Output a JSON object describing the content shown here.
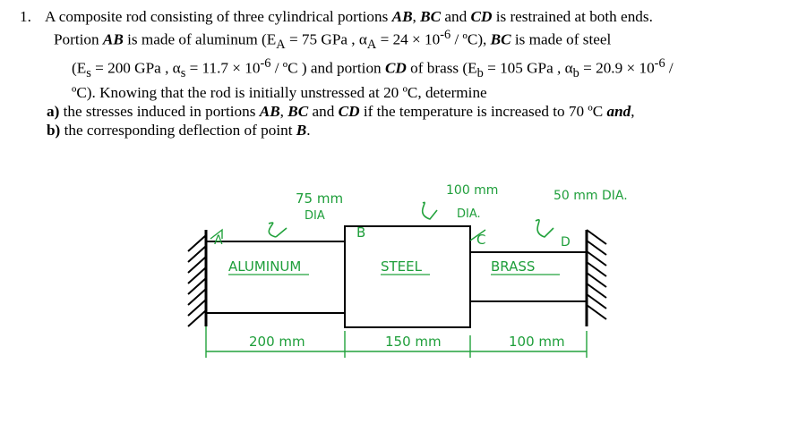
{
  "problem": {
    "number": "1.",
    "line1": "A composite rod consisting of three cylindrical portions AB, BC and CD is restrained at both ends.",
    "line2_a": "Portion ",
    "line2_ab": "AB",
    "line2_b": " is made of aluminum (E",
    "line2_sub1": "A",
    "line2_c": " = 75 GPa , α",
    "line2_sub2": "A",
    "line2_d": " = 24 × 10",
    "line2_exp": "-6",
    "line2_e": " / ºC), ",
    "line2_bc": "BC",
    "line2_f": " is made of steel",
    "line3": "(Es = 200 GPa , αs = 11.7 × 10-6 / ºC ) and portion CD of brass (Eb = 105 GPa , αb = 20.9 × 10-6 /",
    "line4": "ºC). Knowing that the rod is initially unstressed at 20 ºC, determine",
    "part_a_label": "a)",
    "part_a": "the stresses induced in portions AB, BC and CD if the temperature is increased to 70 ºC and,",
    "part_b_label": "b)",
    "part_b": "the corresponding deflection of point B."
  },
  "figure": {
    "label_75": "75 mm",
    "label_dia1": "DIA",
    "label_100": "100 mm",
    "label_dia2": "DIA.",
    "label_50": "50 mm DIA.",
    "point_a": "A",
    "point_b": "B",
    "point_c": "C",
    "point_d": "D",
    "aluminum": "ALUMINUM",
    "steel": "STEEL",
    "brass": "BRASS",
    "len_200": "200 mm",
    "len_150": "150 mm",
    "len_100": "100 mm",
    "colors": {
      "annotation": "#22a23c",
      "rod": "#000000"
    }
  }
}
